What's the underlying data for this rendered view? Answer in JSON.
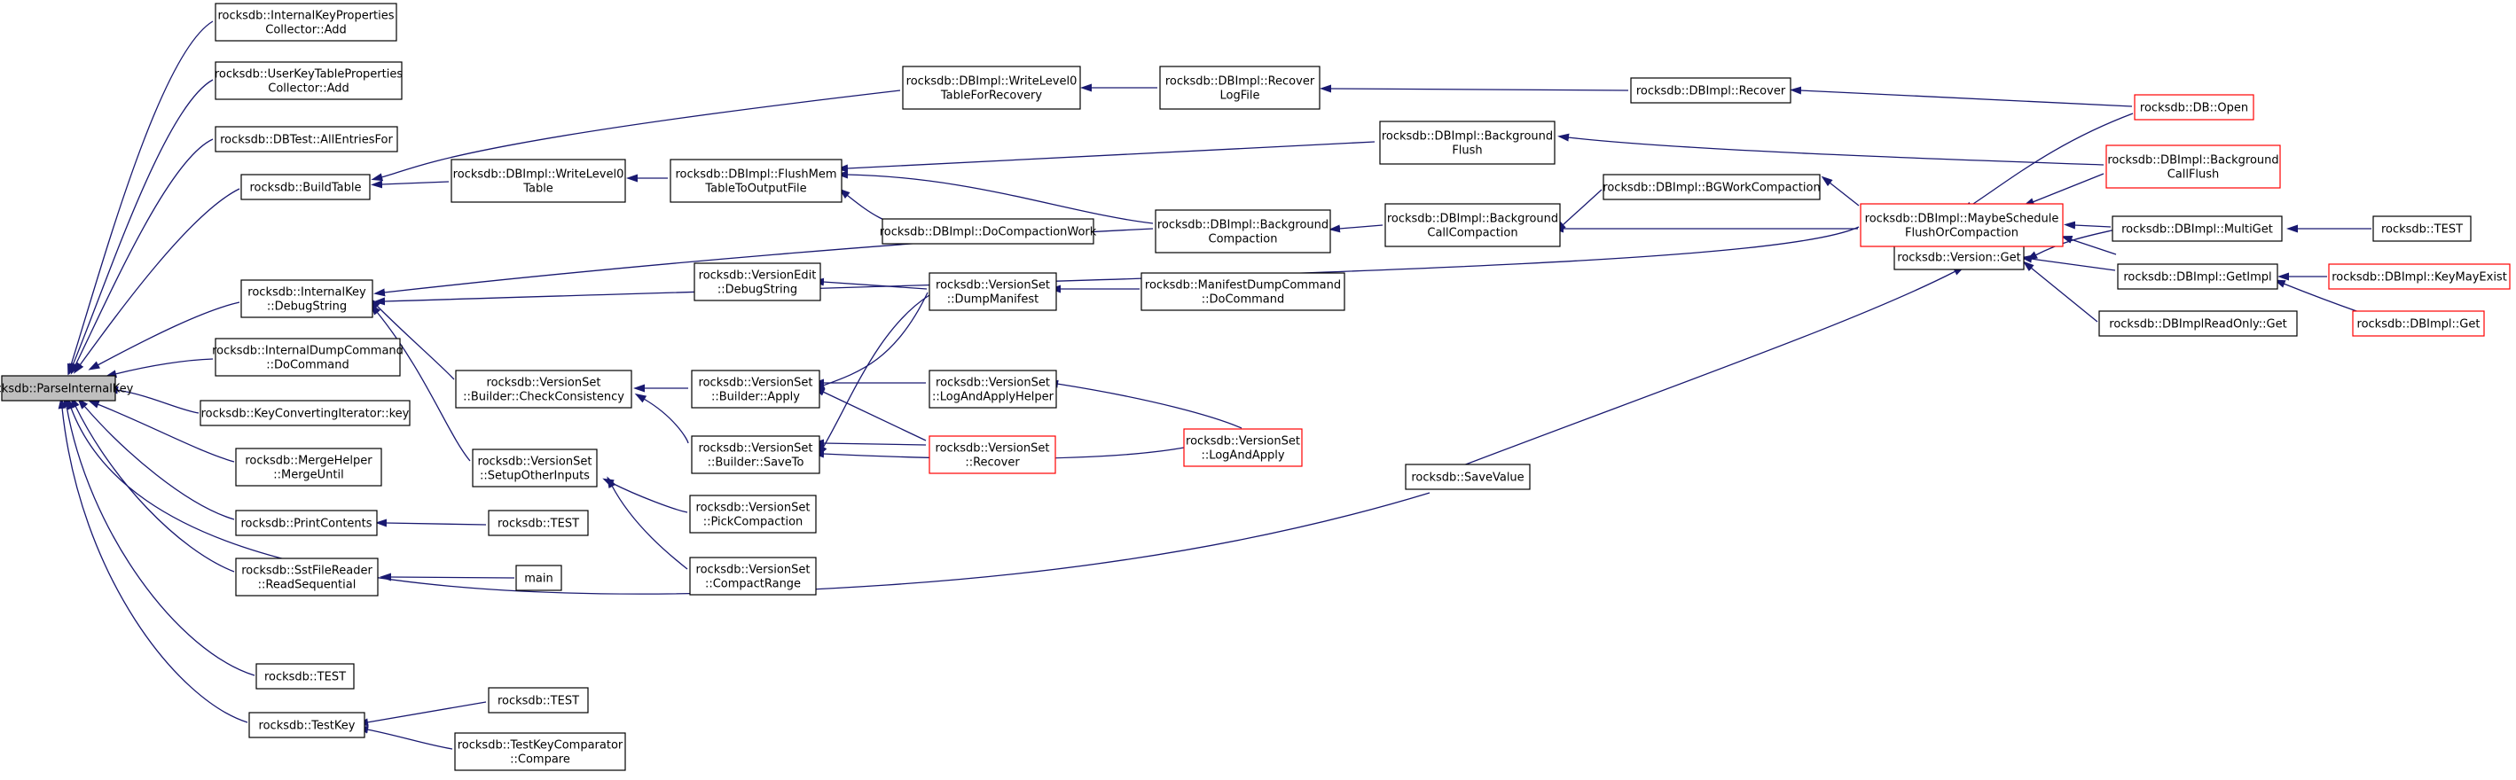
{
  "colors": {
    "edge": "#191970",
    "box_border": "#000000",
    "truncated_border": "#ff0000",
    "root_fill": "#bfbfbf",
    "background": "#ffffff"
  },
  "nodes": [
    {
      "id": "parse",
      "lines": [
        "rocksdb::ParseInternalKey"
      ],
      "root": true
    },
    {
      "id": "ikpc_add",
      "lines": [
        "rocksdb::InternalKeyProperties",
        "Collector::Add"
      ]
    },
    {
      "id": "uktpc_add",
      "lines": [
        "rocksdb::UserKeyTableProperties",
        "Collector::Add"
      ]
    },
    {
      "id": "alle",
      "lines": [
        "rocksdb::DBTest::AllEntriesFor"
      ]
    },
    {
      "id": "buildtable",
      "lines": [
        "rocksdb::BuildTable"
      ]
    },
    {
      "id": "ik_debug",
      "lines": [
        "rocksdb::InternalKey",
        "::DebugString"
      ]
    },
    {
      "id": "idc_do",
      "lines": [
        "rocksdb::InternalDumpCommand",
        "::DoCommand"
      ]
    },
    {
      "id": "kci_key",
      "lines": [
        "rocksdb::KeyConvertingIterator::key"
      ]
    },
    {
      "id": "mh_merge",
      "lines": [
        "rocksdb::MergeHelper",
        "::MergeUntil"
      ]
    },
    {
      "id": "printc",
      "lines": [
        "rocksdb::PrintContents"
      ]
    },
    {
      "id": "sfr_rs",
      "lines": [
        "rocksdb::SstFileReader",
        "::ReadSequential"
      ]
    },
    {
      "id": "test_a",
      "lines": [
        "rocksdb::TEST"
      ]
    },
    {
      "id": "testkey",
      "lines": [
        "rocksdb::TestKey"
      ]
    },
    {
      "id": "wl0_table",
      "lines": [
        "rocksdb::DBImpl::WriteLevel0",
        "Table"
      ]
    },
    {
      "id": "vs_bcc",
      "lines": [
        "rocksdb::VersionSet",
        "::Builder::CheckConsistency"
      ]
    },
    {
      "id": "vs_soi",
      "lines": [
        "rocksdb::VersionSet",
        "::SetupOtherInputs"
      ]
    },
    {
      "id": "test_b",
      "lines": [
        "rocksdb::TEST"
      ]
    },
    {
      "id": "main",
      "lines": [
        "main"
      ]
    },
    {
      "id": "test_c",
      "lines": [
        "rocksdb::TEST"
      ]
    },
    {
      "id": "tkc_cmp",
      "lines": [
        "rocksdb::TestKeyComparator",
        "::Compare"
      ]
    },
    {
      "id": "flushmem",
      "lines": [
        "rocksdb::DBImpl::FlushMem",
        "TableToOutputFile"
      ]
    },
    {
      "id": "ve_debug",
      "lines": [
        "rocksdb::VersionEdit",
        "::DebugString"
      ]
    },
    {
      "id": "vs_apply",
      "lines": [
        "rocksdb::VersionSet",
        "::Builder::Apply"
      ]
    },
    {
      "id": "vs_saveto",
      "lines": [
        "rocksdb::VersionSet",
        "::Builder::SaveTo"
      ]
    },
    {
      "id": "vs_pick",
      "lines": [
        "rocksdb::VersionSet",
        "::PickCompaction"
      ]
    },
    {
      "id": "vs_cr",
      "lines": [
        "rocksdb::VersionSet",
        "::CompactRange"
      ]
    },
    {
      "id": "wl0_recov",
      "lines": [
        "rocksdb::DBImpl::WriteLevel0",
        "TableForRecovery"
      ]
    },
    {
      "id": "docompwork",
      "lines": [
        "rocksdb::DBImpl::DoCompactionWork"
      ]
    },
    {
      "id": "vs_dump",
      "lines": [
        "rocksdb::VersionSet",
        "::DumpManifest"
      ]
    },
    {
      "id": "vs_laah",
      "lines": [
        "rocksdb::VersionSet",
        "::LogAndApplyHelper"
      ]
    },
    {
      "id": "vs_recover",
      "lines": [
        "rocksdb::VersionSet",
        "::Recover"
      ],
      "truncated": true
    },
    {
      "id": "recoverlog",
      "lines": [
        "rocksdb::DBImpl::Recover",
        "LogFile"
      ]
    },
    {
      "id": "bgcomp",
      "lines": [
        "rocksdb::DBImpl::Background",
        "Compaction"
      ]
    },
    {
      "id": "mdc_do",
      "lines": [
        "rocksdb::ManifestDumpCommand",
        "::DoCommand"
      ]
    },
    {
      "id": "vs_laa",
      "lines": [
        "rocksdb::VersionSet",
        "::LogAndApply"
      ],
      "truncated": true
    },
    {
      "id": "bgflush",
      "lines": [
        "rocksdb::DBImpl::Background",
        "Flush"
      ]
    },
    {
      "id": "bgcallcomp",
      "lines": [
        "rocksdb::DBImpl::Background",
        "CallCompaction"
      ]
    },
    {
      "id": "savevalue",
      "lines": [
        "rocksdb::SaveValue"
      ]
    },
    {
      "id": "dbi_recover",
      "lines": [
        "rocksdb::DBImpl::Recover"
      ]
    },
    {
      "id": "bgwork",
      "lines": [
        "rocksdb::DBImpl::BGWorkCompaction"
      ]
    },
    {
      "id": "version_get",
      "lines": [
        "rocksdb::Version::Get"
      ]
    },
    {
      "id": "db_open",
      "lines": [
        "rocksdb::DB::Open"
      ],
      "truncated": true
    },
    {
      "id": "bgcallflush",
      "lines": [
        "rocksdb::DBImpl::Background",
        "CallFlush"
      ],
      "truncated": true
    },
    {
      "id": "maybesched",
      "lines": [
        "rocksdb::DBImpl::MaybeSchedule",
        "FlushOrCompaction"
      ],
      "truncated": true
    },
    {
      "id": "multiget",
      "lines": [
        "rocksdb::DBImpl::MultiGet"
      ]
    },
    {
      "id": "getimpl",
      "lines": [
        "rocksdb::DBImpl::GetImpl"
      ]
    },
    {
      "id": "dbro_get",
      "lines": [
        "rocksdb::DBImplReadOnly::Get"
      ]
    },
    {
      "id": "test_d",
      "lines": [
        "rocksdb::TEST"
      ]
    },
    {
      "id": "keymayexist",
      "lines": [
        "rocksdb::DBImpl::KeyMayExist"
      ],
      "truncated": true
    },
    {
      "id": "dbimpl_get",
      "lines": [
        "rocksdb::DBImpl::Get"
      ],
      "truncated": true
    }
  ]
}
